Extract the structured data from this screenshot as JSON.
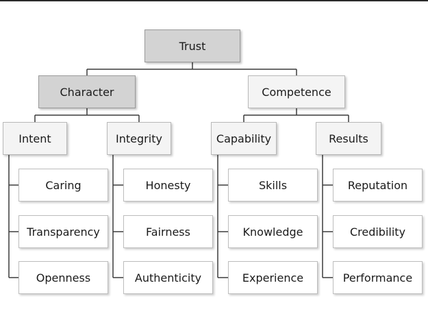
{
  "root": {
    "label": "Trust"
  },
  "pillars": [
    {
      "label": "Character",
      "groups": [
        {
          "label": "Intent",
          "items": [
            "Caring",
            "Transparency",
            "Openness"
          ]
        },
        {
          "label": "Integrity",
          "items": [
            "Honesty",
            "Fairness",
            "Authenticity"
          ]
        }
      ]
    },
    {
      "label": "Competence",
      "groups": [
        {
          "label": "Capability",
          "items": [
            "Skills",
            "Knowledge",
            "Experience"
          ]
        },
        {
          "label": "Results",
          "items": [
            "Reputation",
            "Credibility",
            "Performance"
          ]
        }
      ]
    }
  ],
  "colors": {
    "root_fill": "#d3d3d3",
    "character_fill": "#d3d3d3",
    "competence_fill": "#f4f4f4",
    "group_fill": "#f4f4f4",
    "leaf_fill": "#ffffff",
    "connector": "#3a3a3a"
  }
}
